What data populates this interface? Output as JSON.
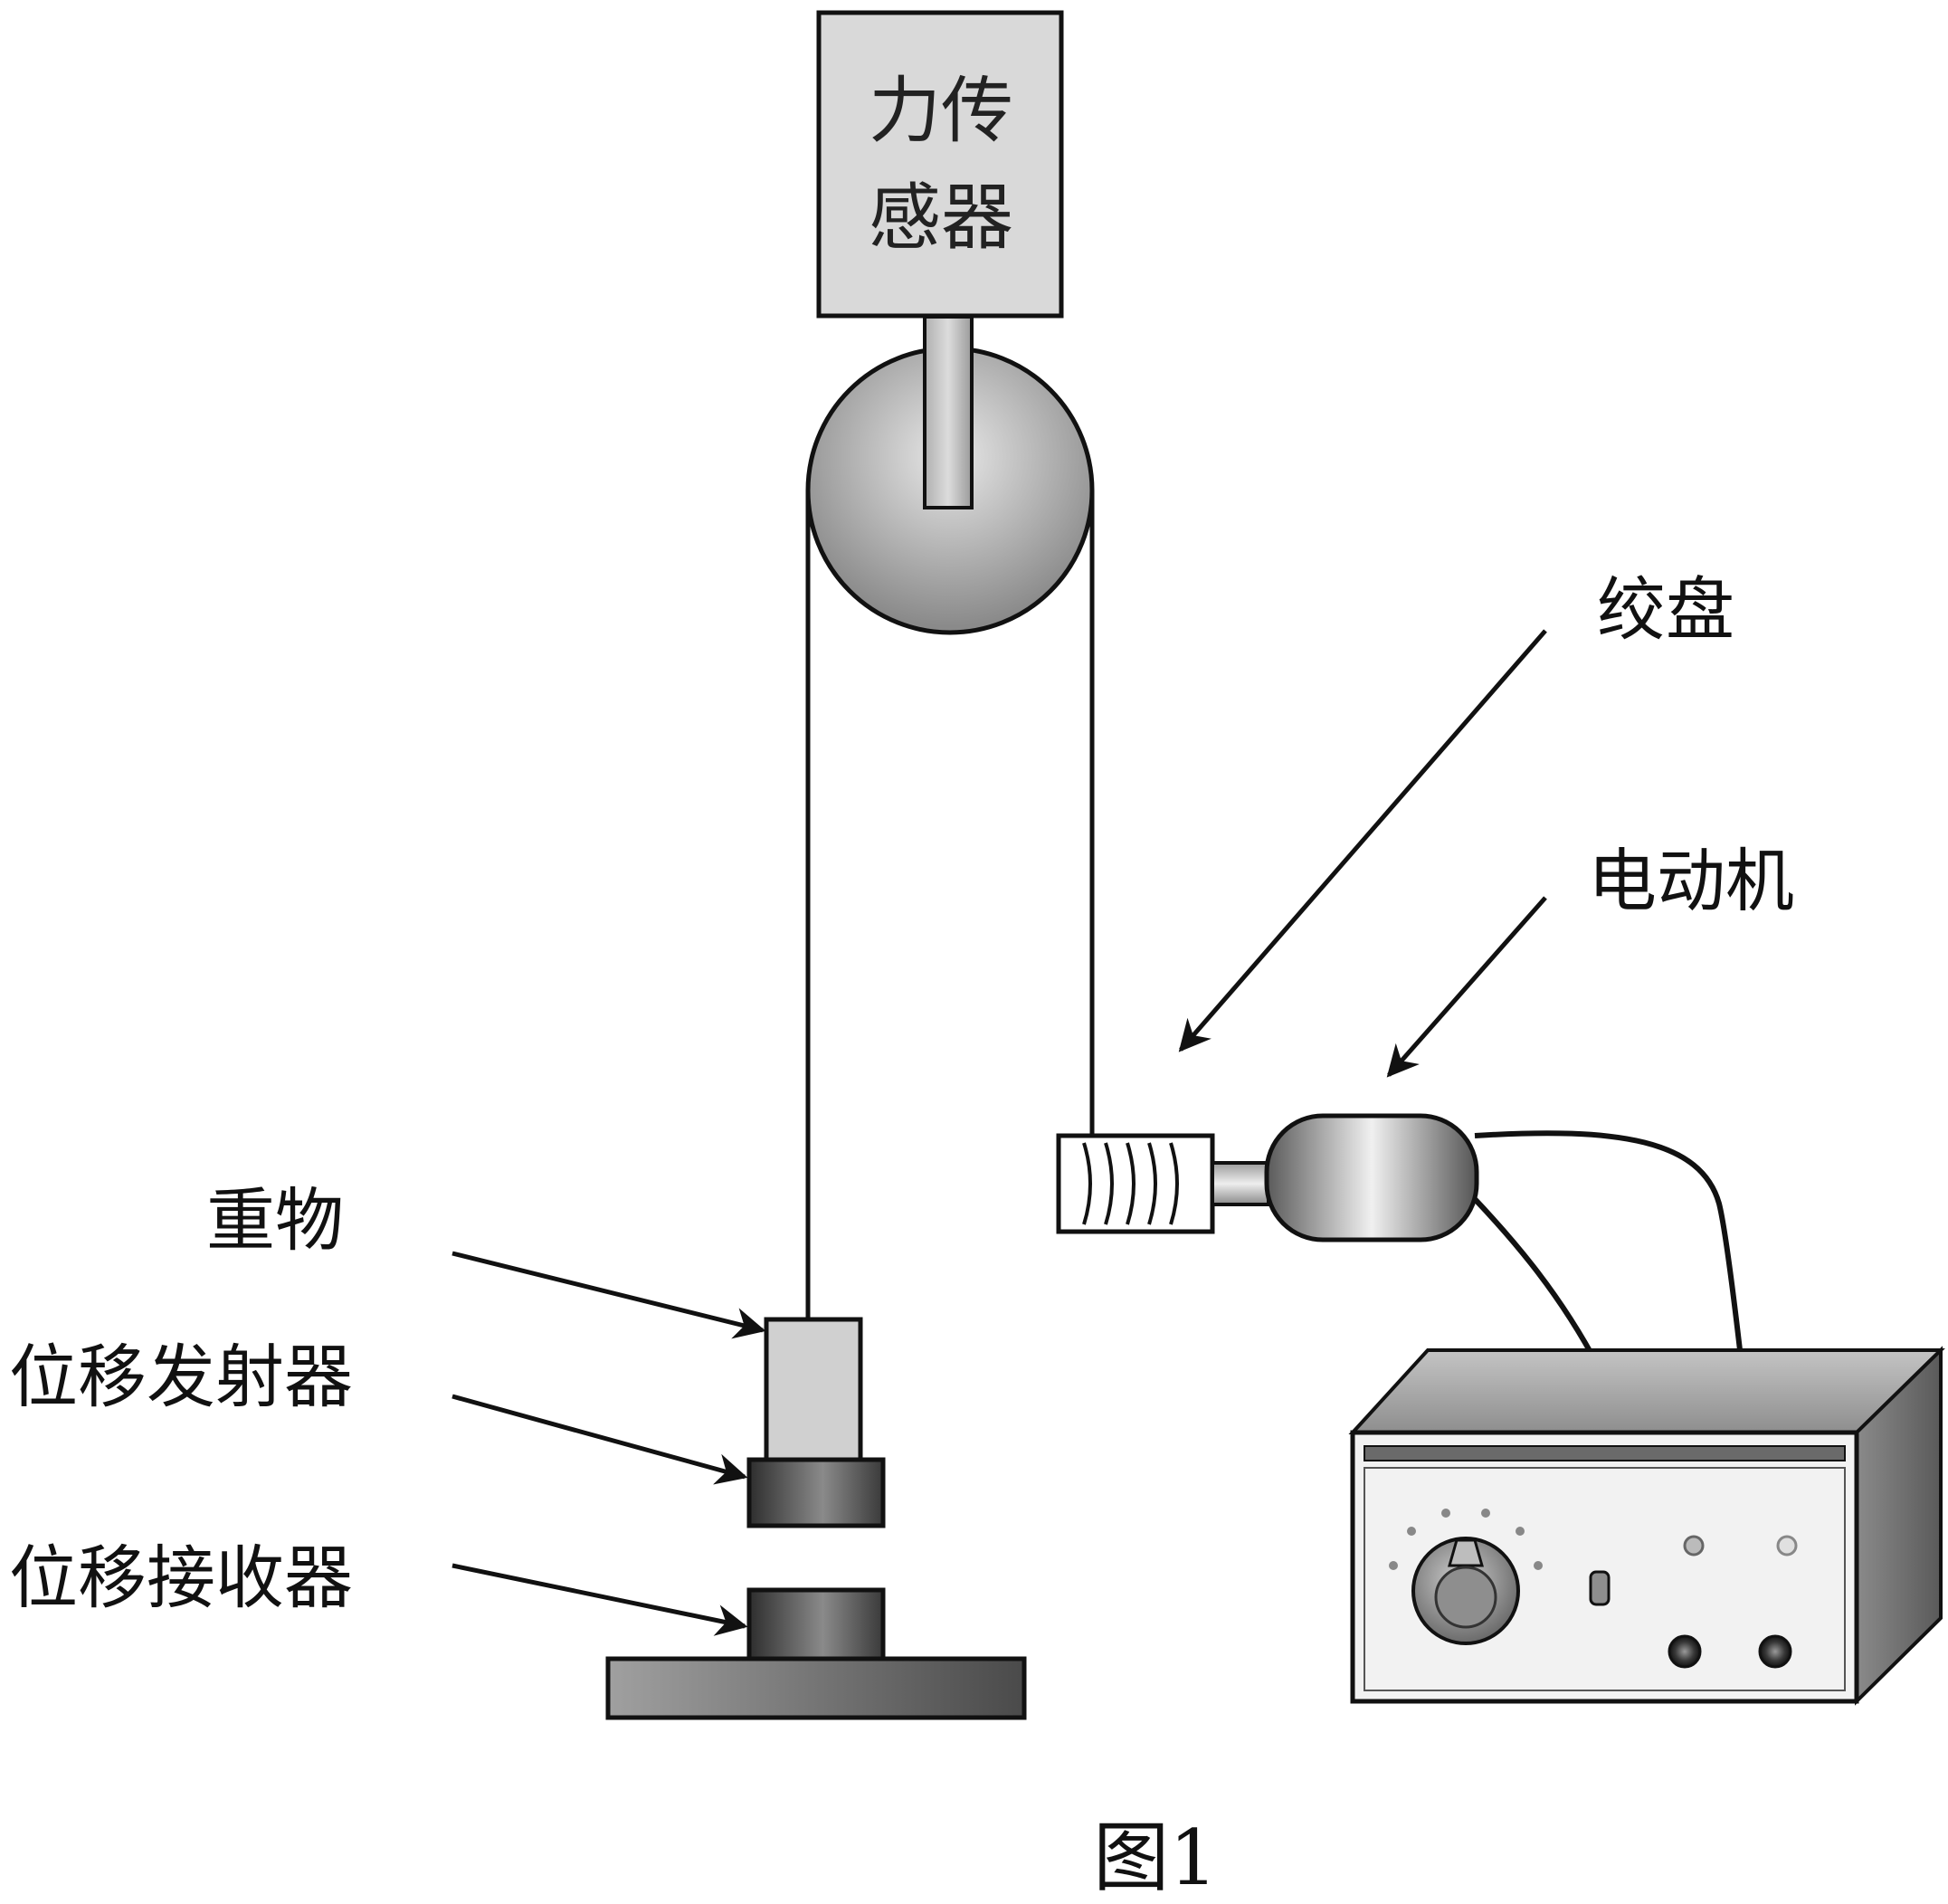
{
  "labels": {
    "force_sensor_line1": "力传",
    "force_sensor_line2": "感器",
    "winch": "绞盘",
    "motor": "电动机",
    "weight": "重物",
    "displacement_emitter": "位移发射器",
    "displacement_receiver": "位移接收器"
  },
  "caption": "图1",
  "colors": {
    "stroke": "#111111",
    "sensor_fill": "#d9d9d9",
    "pulley_light": "#e6e6e6",
    "pulley_dark": "#8c8c8c",
    "emitter_dark": "#3c3c3c",
    "base_dark": "#5a5a5a",
    "power_supply_body": "#9a9a9a",
    "power_supply_panel": "#f2f2f2"
  }
}
